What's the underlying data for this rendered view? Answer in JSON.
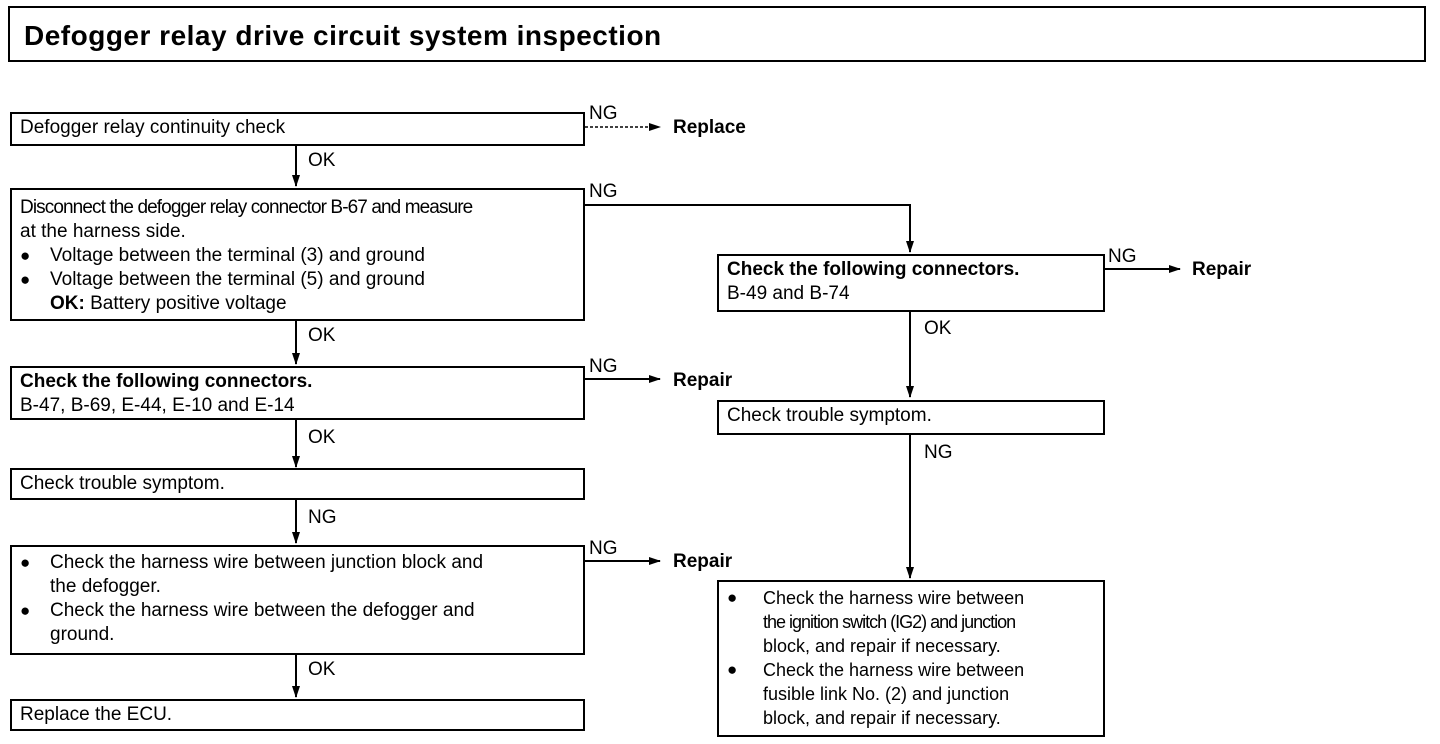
{
  "title": "Defogger relay drive circuit system inspection",
  "labels": {
    "ok": "OK",
    "ng": "NG"
  },
  "results": {
    "replace": "Replace",
    "repair": "Repair"
  },
  "steps": {
    "relay_check": "Defogger relay continuity check",
    "disconnect": {
      "line1": "Disconnect the defogger relay connector B-67 and measure",
      "line2": "at the harness side.",
      "bullet1": "Voltage between the terminal (3) and ground",
      "bullet2": "Voltage between the terminal (5) and ground",
      "ok_label": "OK:",
      "ok_value": "Battery positive voltage"
    },
    "connectors_left": {
      "title": "Check the following connectors.",
      "list": "B-47, B-69, E-44, E-10 and E-14"
    },
    "symptom_left": "Check trouble symptom.",
    "harness_left": {
      "bullet1_a": "Check the harness wire between junction block and",
      "bullet1_b": "the defogger.",
      "bullet2_a": "Check the harness wire between the defogger and",
      "bullet2_b": "ground."
    },
    "replace_ecu": "Replace the ECU.",
    "connectors_right": {
      "title": "Check the following connectors.",
      "list": "B-49 and B-74"
    },
    "symptom_right": "Check trouble symptom.",
    "harness_right": {
      "b1_l1": "Check the harness wire between",
      "b1_l2": "the ignition switch (IG2) and junction",
      "b1_l3": "block, and repair if necessary.",
      "b2_l1": "Check the harness wire between",
      "b2_l2": "fusible link No. (2) and junction",
      "b2_l3": "block, and repair if necessary."
    }
  },
  "bullet_glyph": "●"
}
